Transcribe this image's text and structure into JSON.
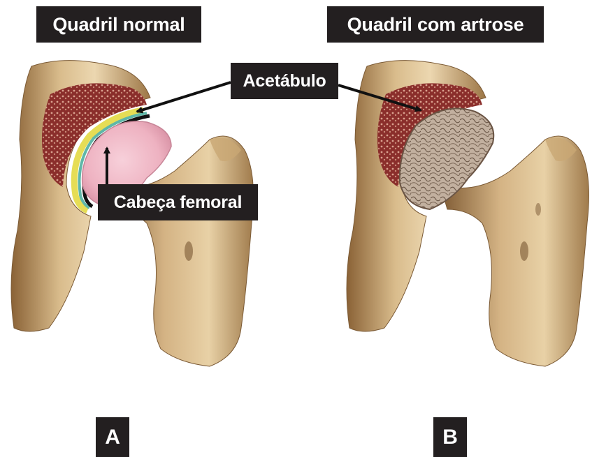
{
  "figure": {
    "title_normal": "Quadril normal",
    "title_arthrosis": "Quadril com artrose",
    "label_acetabulum": "Acetábulo",
    "label_femoral_head": "Cabeça femoral",
    "panel_a": "A",
    "panel_b": "B"
  },
  "colors": {
    "label_bg": "#231f20",
    "label_text": "#ffffff",
    "bone": "#d7b98a",
    "bone_shadow": "#9c7646",
    "marrow": "#8a2e2b",
    "cartilage_healthy": "#f2b8c6",
    "cartilage_worn": "#b8a595"
  }
}
